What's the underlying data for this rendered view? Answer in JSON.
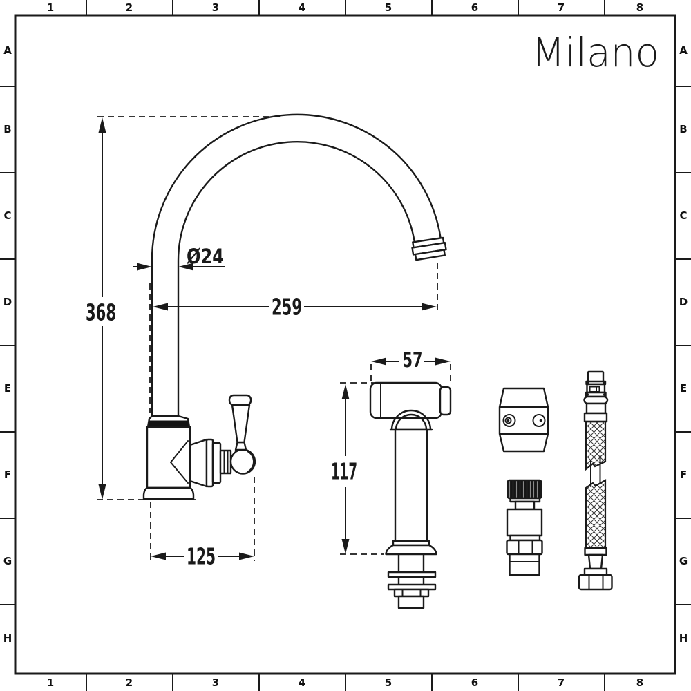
{
  "sheet": {
    "background": "#ffffff",
    "ink": "#1a1a1a",
    "knurl_fill": "#161616"
  },
  "brand": {
    "logo": "Milano"
  },
  "frame": {
    "columns": [
      "1",
      "2",
      "3",
      "4",
      "5",
      "6",
      "7",
      "8"
    ],
    "rows": [
      "A",
      "B",
      "C",
      "D",
      "E",
      "F",
      "G",
      "H"
    ]
  },
  "dimensions": {
    "spout_height": "368",
    "spout_reach": "259",
    "spout_diameter": "Ø24",
    "base_width": "125",
    "spray_head_width": "57",
    "spray_head_length": "117"
  }
}
